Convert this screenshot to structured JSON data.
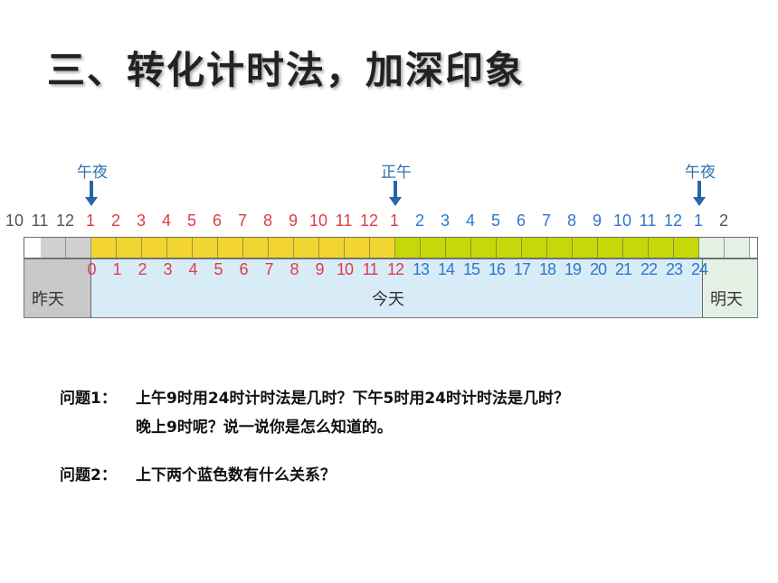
{
  "title": "三、转化计时法，加深印象",
  "markers": {
    "midnight_left": "午夜",
    "noon": "正午",
    "midnight_right": "午夜"
  },
  "timeline": {
    "top_numbers": [
      "10",
      "11",
      "12",
      "1",
      "2",
      "3",
      "4",
      "5",
      "6",
      "7",
      "8",
      "9",
      "10",
      "11",
      "12",
      "1",
      "2",
      "3",
      "4",
      "5",
      "6",
      "7",
      "8",
      "9",
      "10",
      "11",
      "12",
      "1",
      "2"
    ],
    "bottom_numbers": [
      "0",
      "1",
      "2",
      "3",
      "4",
      "5",
      "6",
      "7",
      "8",
      "9",
      "10",
      "11",
      "12",
      "13",
      "14",
      "15",
      "16",
      "17",
      "18",
      "19",
      "20",
      "21",
      "22",
      "23",
      "24"
    ],
    "zones": {
      "yesterday": "昨天",
      "today": "今天",
      "tomorrow": "明天"
    },
    "colors": {
      "red": "#e03b4a",
      "blue": "#2e78c8",
      "gray": "#555555",
      "yellow": "#f2d530",
      "green": "#c6d80a",
      "light_blue": "#d8ecf8",
      "light_green": "#e4f0e4",
      "gray_zone": "#c8c8c8"
    }
  },
  "questions": {
    "q1_label": "问题1：",
    "q1_line1": "上午9时用24时计时法是几时？下午5时用24时计时法是几时？",
    "q1_line2": "晚上9时呢？说一说你是怎么知道的。",
    "q2_label": "问题2：",
    "q2_text": "上下两个蓝色数有什么关系？"
  }
}
